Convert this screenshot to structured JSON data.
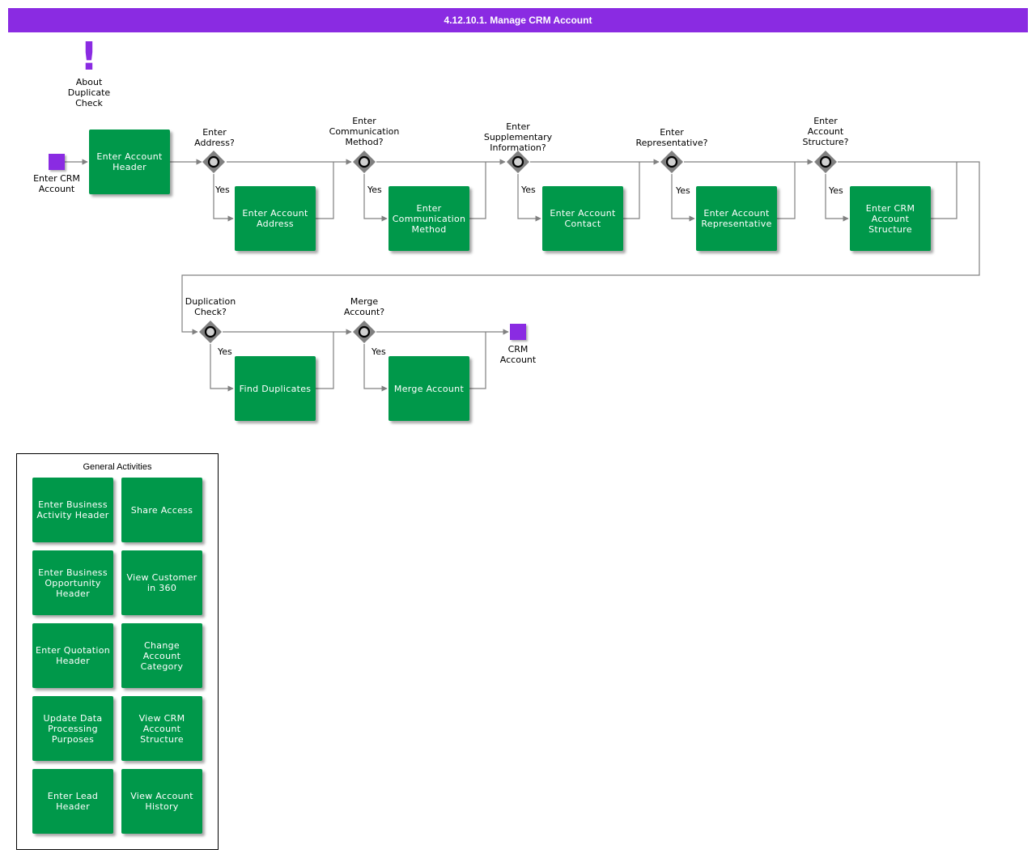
{
  "title": "4.12.10.1. Manage CRM Account",
  "annotation": "About\nDuplicate\nCheck",
  "start_event": "Enter CRM\nAccount",
  "end_event": "CRM\nAccount",
  "tasks": {
    "enter_account_header": "Enter Account Header",
    "enter_account_address": "Enter Account Address",
    "enter_communication_method": "Enter Communication Method",
    "enter_account_contact": "Enter Account Contact",
    "enter_account_representative": "Enter Account Representative",
    "enter_crm_account_structure": "Enter CRM Account Structure",
    "find_duplicates": "Find Duplicates",
    "merge_account": "Merge Account"
  },
  "gateways": {
    "address": "Enter\nAddress?",
    "communication": "Enter\nCommunication\nMethod?",
    "supplementary": "Enter\nSupplementary\nInformation?",
    "representative": "Enter\nRepresentative?",
    "structure": "Enter\nAccount\nStructure?",
    "duplication": "Duplication\nCheck?",
    "merge": "Merge\nAccount?"
  },
  "yes_label": "Yes",
  "legend": {
    "title": "General Activities",
    "items": [
      "Enter Business Activity Header",
      "Share Access",
      "Enter Business Opportunity Header",
      "View Customer in 360",
      "Enter Quotation Header",
      "Change Account Category",
      "Update Data Processing Purposes",
      "View CRM Account Structure",
      "Enter Lead Header",
      "View Account History"
    ]
  },
  "colors": {
    "title_bar": "#8a2be2",
    "task": "#00984a",
    "event": "#8a2be2",
    "gateway": "#808080",
    "connector": "#808080"
  }
}
